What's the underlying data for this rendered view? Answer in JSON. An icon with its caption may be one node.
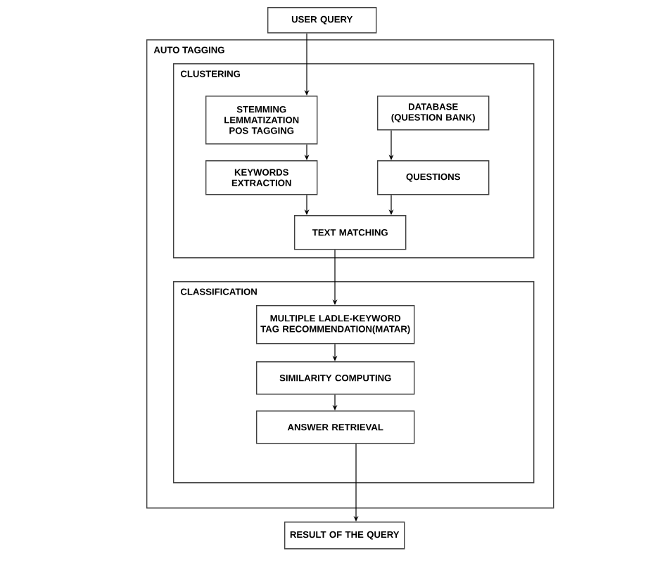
{
  "diagram": {
    "nodes": [
      {
        "text": [
          "USER QUERY"
        ]
      },
      {
        "text": [
          "AUTO TAGGING"
        ]
      },
      {
        "text": [
          "CLUSTERING"
        ],
        "in": 1
      },
      {
        "text": [
          "STEMMING LEMMATIZATION POS TAGGING"
        ],
        "in": 2
      },
      {
        "text": [
          "DATABASE (QUESTION BANK)"
        ],
        "in": 2
      },
      {
        "text": [
          "KEYWORDS EXTRACTION"
        ],
        "in": 2
      },
      {
        "text": [
          "QUESTIONS"
        ],
        "in": 2
      },
      {
        "text": [
          "TEXT MATCHING"
        ],
        "in": 2
      },
      {
        "text": [
          "CLASSIFICATION"
        ],
        "in": 1
      },
      {
        "text": [
          "MULTIPLE LADLE-KEYWORD TAG RECOMMENDATION(MATAR)"
        ],
        "in": 8
      },
      {
        "text": [
          "SIMILARITY COMPUTING"
        ],
        "in": 8
      },
      {
        "text": [
          "ANSWER RETRIEVAL"
        ],
        "in": 8
      },
      {
        "text": [
          "RESULT OF THE QUERY"
        ]
      }
    ],
    "edges": [
      {
        "from": 0,
        "to": 3,
        "arrow": "to"
      },
      {
        "from": 3,
        "to": 5,
        "arrow": "to"
      },
      {
        "from": 4,
        "to": 6,
        "arrow": "to"
      },
      {
        "from": 5,
        "to": 7,
        "arrow": "to"
      },
      {
        "from": 6,
        "to": 7,
        "arrow": "to"
      },
      {
        "from": 7,
        "to": 9,
        "arrow": "to"
      },
      {
        "from": 9,
        "to": 10,
        "arrow": "to"
      },
      {
        "from": 10,
        "to": 11,
        "arrow": "to"
      },
      {
        "from": 11,
        "to": 12,
        "arrow": "to"
      }
    ]
  }
}
